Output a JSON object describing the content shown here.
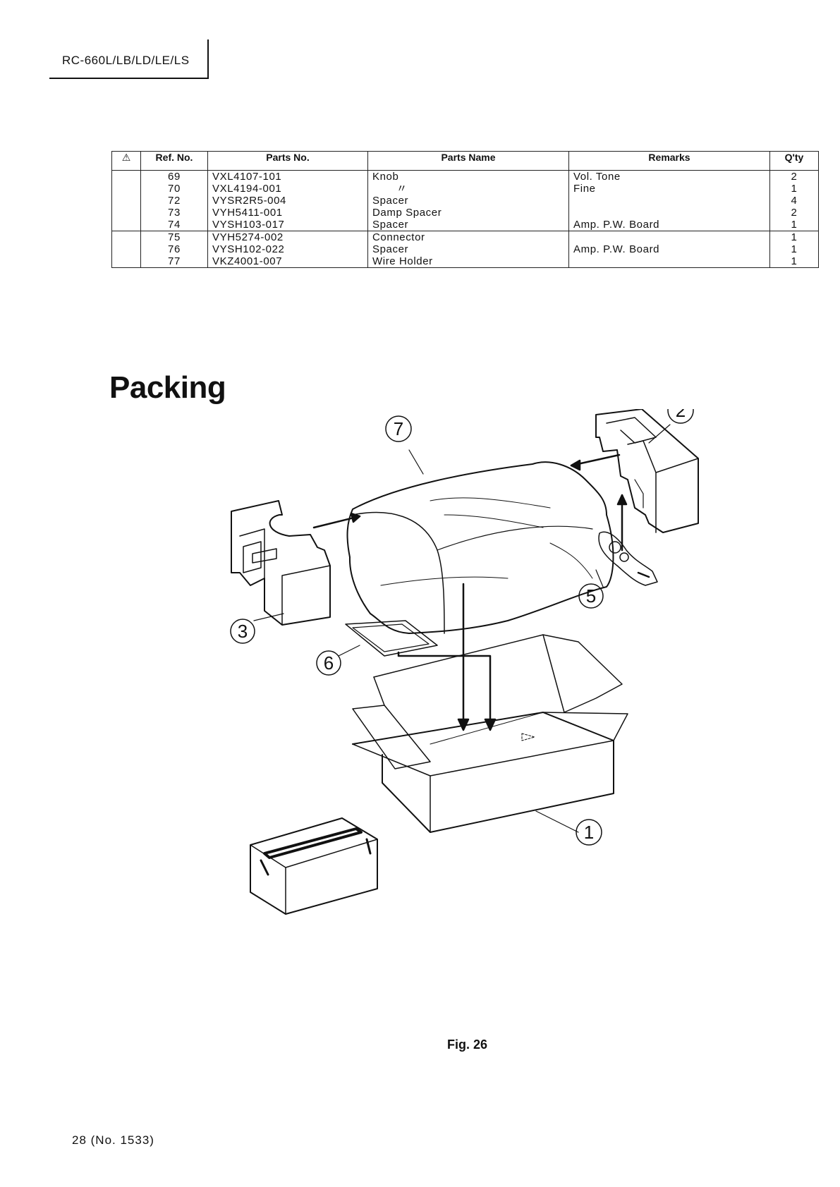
{
  "header": {
    "model": "RC-660L/LB/LD/LE/LS"
  },
  "parts_table": {
    "columns": [
      "⚠",
      "Ref. No.",
      "Parts No.",
      "Parts Name",
      "Remarks",
      "Q'ty"
    ],
    "groups": [
      [
        {
          "ref": "69",
          "part_no": "VXL4107-101",
          "name": "Knob",
          "remarks": "Vol. Tone",
          "qty": "2"
        },
        {
          "ref": "70",
          "part_no": "VXL4194-001",
          "name": "〃",
          "remarks": "Fine",
          "qty": "1"
        },
        {
          "ref": "72",
          "part_no": "VYSR2R5-004",
          "name": "Spacer",
          "remarks": "",
          "qty": "4"
        },
        {
          "ref": "73",
          "part_no": "VYH5411-001",
          "name": "Damp Spacer",
          "remarks": "",
          "qty": "2"
        },
        {
          "ref": "74",
          "part_no": "VYSH103-017",
          "name": "Spacer",
          "remarks": "Amp. P.W. Board",
          "qty": "1"
        }
      ],
      [
        {
          "ref": "75",
          "part_no": "VYH5274-002",
          "name": "Connector",
          "remarks": "",
          "qty": "1"
        },
        {
          "ref": "76",
          "part_no": "VYSH102-022",
          "name": "Spacer",
          "remarks": "Amp. P.W. Board",
          "qty": "1"
        },
        {
          "ref": "77",
          "part_no": "VKZ4001-007",
          "name": "Wire Holder",
          "remarks": "",
          "qty": "1"
        }
      ]
    ]
  },
  "section_title": "Packing",
  "diagram": {
    "callouts": [
      "1",
      "2",
      "3",
      "5",
      "6",
      "7"
    ]
  },
  "figure_caption": "Fig. 26",
  "footer": {
    "page": "28 (No. 1533)"
  }
}
